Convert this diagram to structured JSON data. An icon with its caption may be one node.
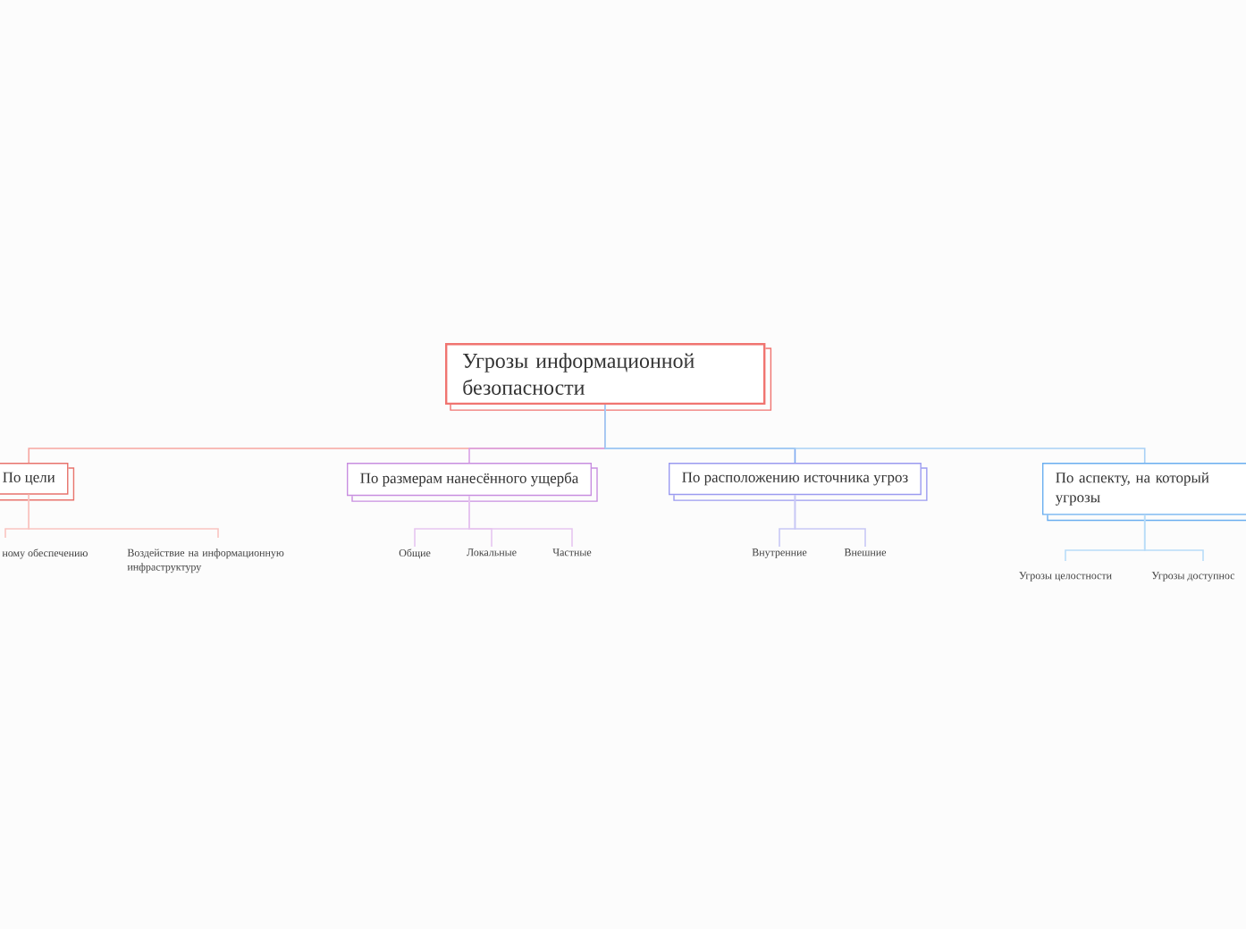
{
  "diagram": {
    "nodes": [
      {
        "text": [
          "Угрозы информационной безопасности"
        ]
      },
      {
        "text": [
          "По цели"
        ]
      },
      {
        "text": [
          "По размерам нанесённого ущерба"
        ]
      },
      {
        "text": [
          "По расположению источника угроз"
        ]
      },
      {
        "text": [
          "По аспекту, на который угрозы"
        ]
      },
      {
        "text": [
          "ному обеспечению"
        ]
      },
      {
        "text": [
          "Воздействие на информационную инфраструктуру"
        ]
      },
      {
        "text": [
          "Общие"
        ]
      },
      {
        "text": [
          "Локальные"
        ]
      },
      {
        "text": [
          "Частные"
        ]
      },
      {
        "text": [
          "Внутренние"
        ]
      },
      {
        "text": [
          "Внешние"
        ]
      },
      {
        "text": [
          "Угрозы целостности"
        ]
      },
      {
        "text": [
          "Угрозы доступнос"
        ]
      }
    ],
    "edges": [
      {
        "from": 0,
        "to": 1,
        "arrow": "none",
        "color": "#f6a5a0"
      },
      {
        "from": 0,
        "to": 2,
        "arrow": "none",
        "color": "#d9a0e6"
      },
      {
        "from": 0,
        "to": 3,
        "arrow": "none",
        "color": "#7ea9f0"
      },
      {
        "from": 0,
        "to": 4,
        "arrow": "none",
        "color": "#a8d0f5"
      },
      {
        "from": 1,
        "to": 5,
        "arrow": "none",
        "color": "#f9c4c0"
      },
      {
        "from": 1,
        "to": 6,
        "arrow": "none",
        "color": "#f9c4c0"
      },
      {
        "from": 2,
        "to": 7,
        "arrow": "none",
        "color": "#e6c5f0"
      },
      {
        "from": 2,
        "to": 8,
        "arrow": "none",
        "color": "#e6c5f0"
      },
      {
        "from": 2,
        "to": 9,
        "arrow": "none",
        "color": "#e6c5f0"
      },
      {
        "from": 3,
        "to": 10,
        "arrow": "none",
        "color": "#c8c8f5"
      },
      {
        "from": 3,
        "to": 11,
        "arrow": "none",
        "color": "#c8c8f5"
      },
      {
        "from": 4,
        "to": 12,
        "arrow": "none",
        "color": "#b8dcf8"
      },
      {
        "from": 4,
        "to": 13,
        "arrow": "none",
        "color": "#b8dcf8"
      }
    ]
  }
}
